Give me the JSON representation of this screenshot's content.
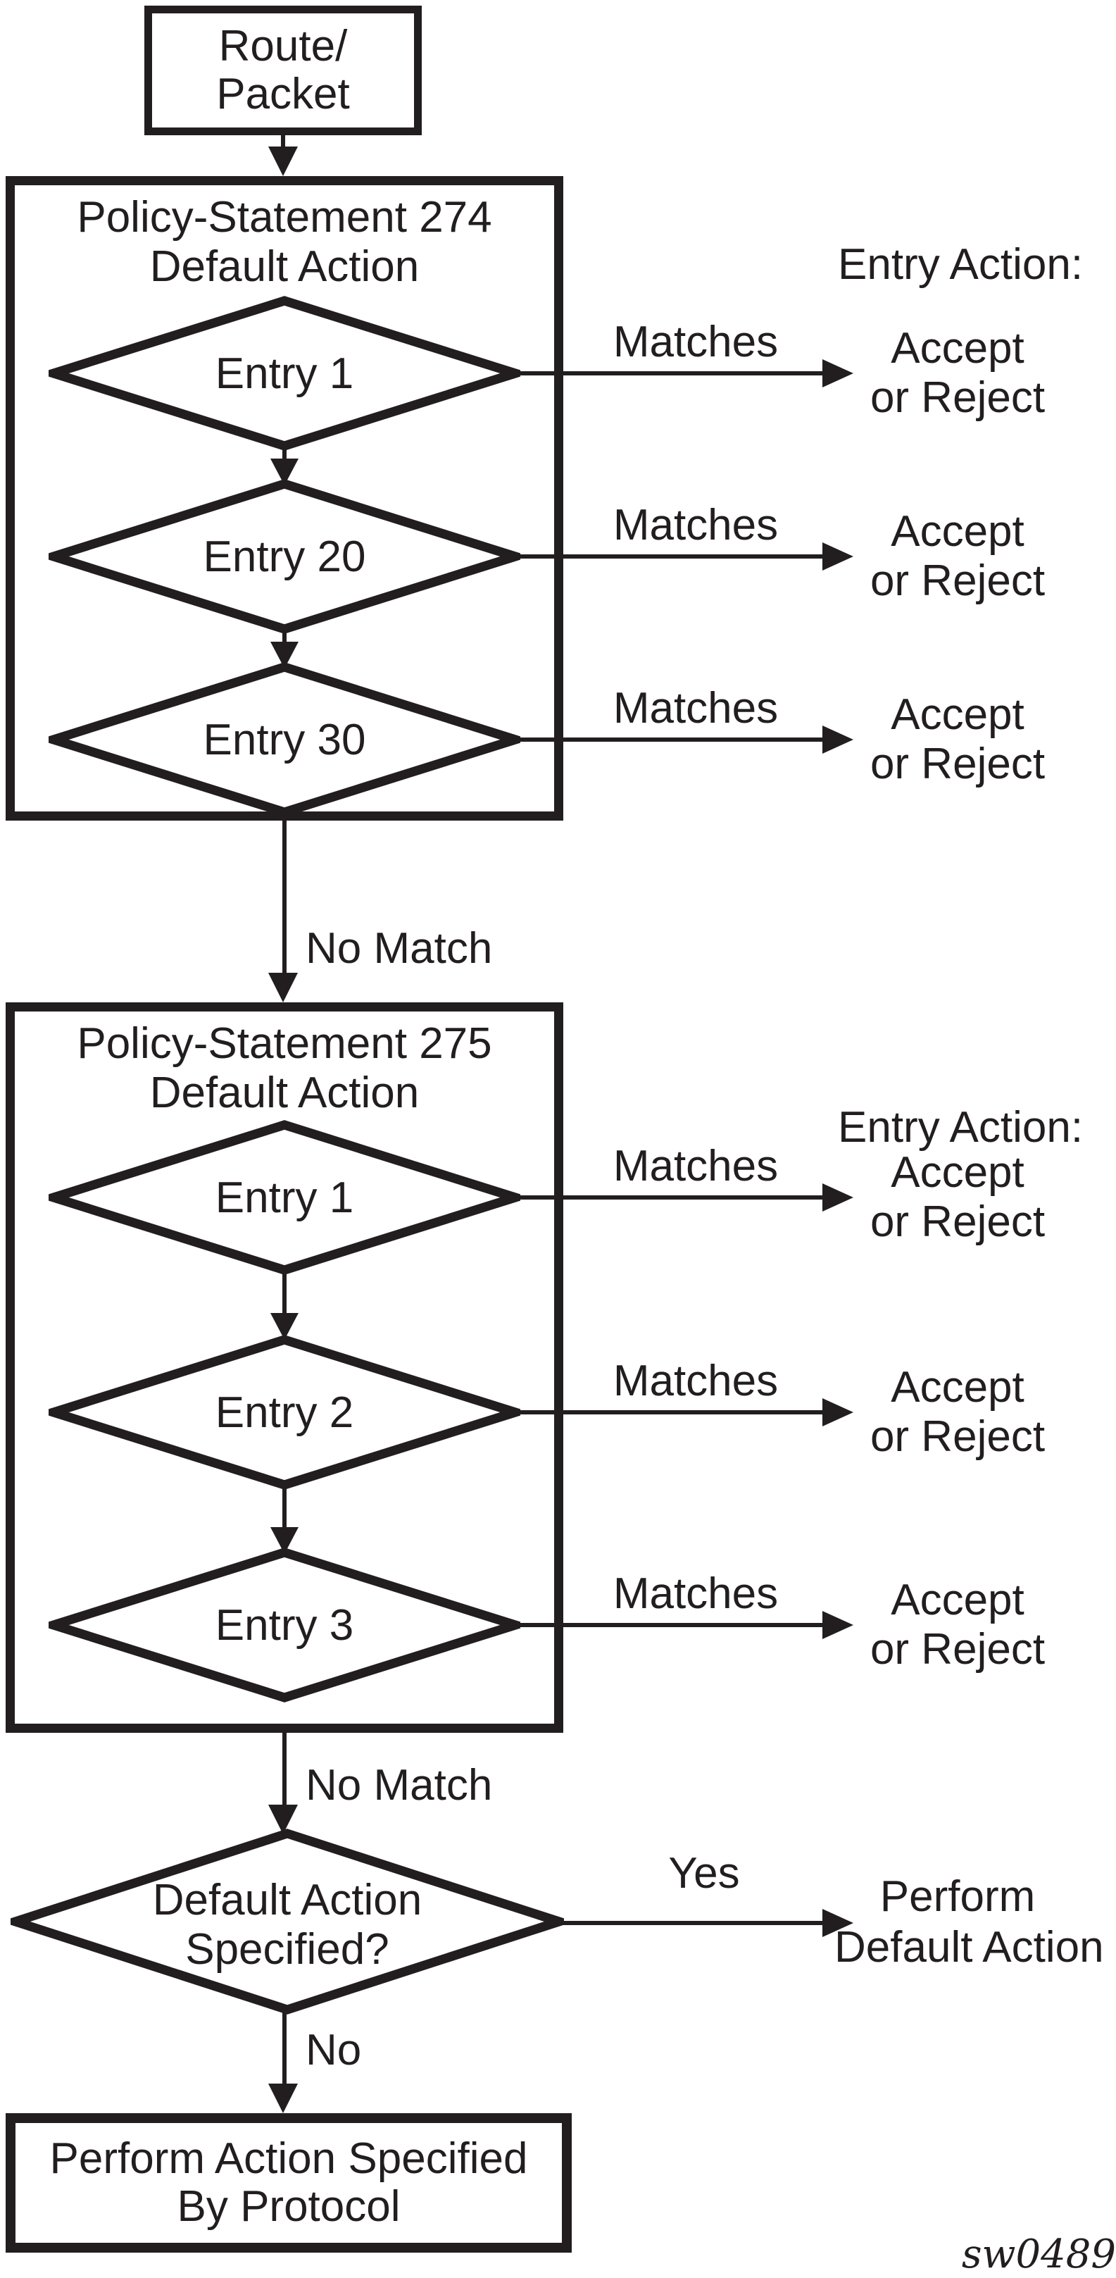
{
  "figure": {
    "credit": "sw0489"
  },
  "colors": {
    "ink": "#221e1f",
    "background": "#ffffff"
  },
  "nodes": {
    "route": {
      "line1": "Route/",
      "line2": "Packet"
    },
    "policy1": {
      "title": "Policy-Statement 274",
      "subtitle": "Default Action",
      "entries": [
        "Entry 1",
        "Entry 20",
        "Entry 30"
      ]
    },
    "policy2": {
      "title": "Policy-Statement 275",
      "subtitle": "Default Action",
      "entries": [
        "Entry 1",
        "Entry 2",
        "Entry 3"
      ]
    },
    "default_action_diamond": {
      "line1": "Default Action",
      "line2": "Specified?"
    },
    "final_box": {
      "line1": "Perform Action Specified",
      "line2": "By Protocol"
    }
  },
  "labels": {
    "entry_action_header": "Entry Action:",
    "matches": "Matches",
    "accept_line1": "Accept",
    "accept_line2": "or Reject",
    "no_match": "No Match",
    "yes": "Yes",
    "no": "No",
    "perform_default_line1": "Perform",
    "perform_default_line2": "Default Action"
  }
}
